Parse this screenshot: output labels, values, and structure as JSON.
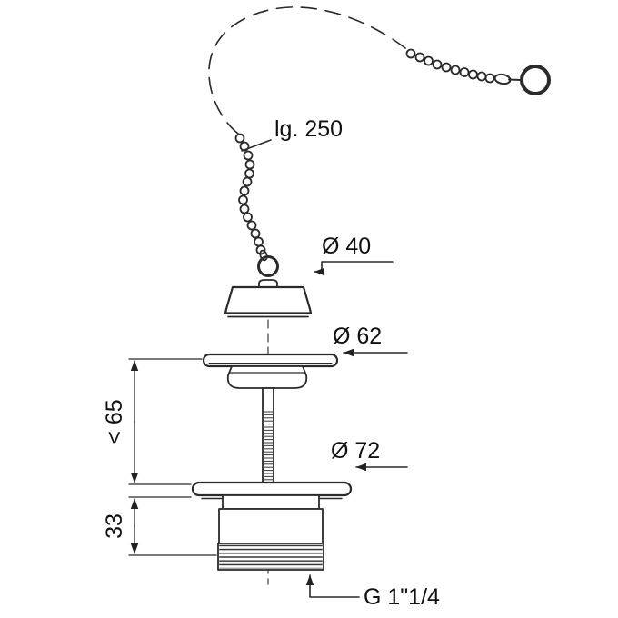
{
  "drawing": {
    "type": "technical-dimension-drawing",
    "subject": "sink-drain-with-plug-and-chain",
    "dimensions": {
      "chain_length": "lg. 250",
      "plug_diameter": "Ø 40",
      "grid_diameter": "Ø 62",
      "max_height": "< 65",
      "flange_diameter": "Ø 72",
      "body_height": "33",
      "thread_size": "G 1\"1/4"
    },
    "colors": {
      "line": "#2a2a2a",
      "text": "#111111",
      "background": "#ffffff"
    }
  }
}
